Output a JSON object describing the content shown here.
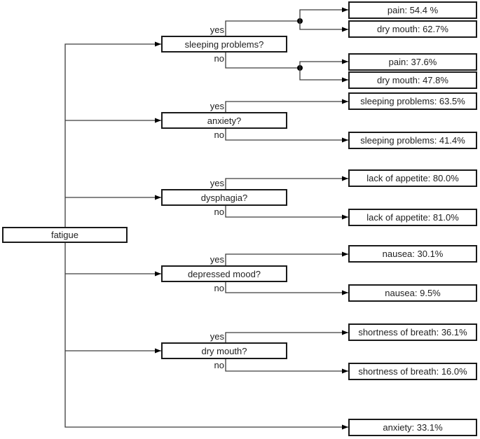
{
  "figure": {
    "type": "decision-tree",
    "root": "fatigue",
    "branch_labels": {
      "yes": "yes",
      "no": "no"
    },
    "nodes": [
      {
        "question": "sleeping problems?",
        "yes_outcomes": [
          "pain: 54.4 %",
          "dry mouth: 62.7%"
        ],
        "no_outcomes": [
          "pain: 37.6%",
          "dry mouth: 47.8%"
        ]
      },
      {
        "question": "anxiety?",
        "yes_outcomes": [
          "sleeping problems: 63.5%"
        ],
        "no_outcomes": [
          "sleeping problems: 41.4%"
        ]
      },
      {
        "question": "dysphagia?",
        "yes_outcomes": [
          "lack of appetite: 80.0%"
        ],
        "no_outcomes": [
          "lack of appetite: 81.0%"
        ]
      },
      {
        "question": "depressed mood?",
        "yes_outcomes": [
          "nausea: 30.1%"
        ],
        "no_outcomes": [
          "nausea: 9.5%"
        ]
      },
      {
        "question": "dry mouth?",
        "yes_outcomes": [
          "shortness of breath: 36.1%"
        ],
        "no_outcomes": [
          "shortness of breath: 16.0%"
        ]
      }
    ],
    "direct_outcome": "anxiety: 33.1%",
    "colors": {
      "background": "#ffffff",
      "box_border": "#1a1a1a",
      "line": "#3d3d3d",
      "arrow": "#000000",
      "text": "#1f1f1f"
    }
  }
}
